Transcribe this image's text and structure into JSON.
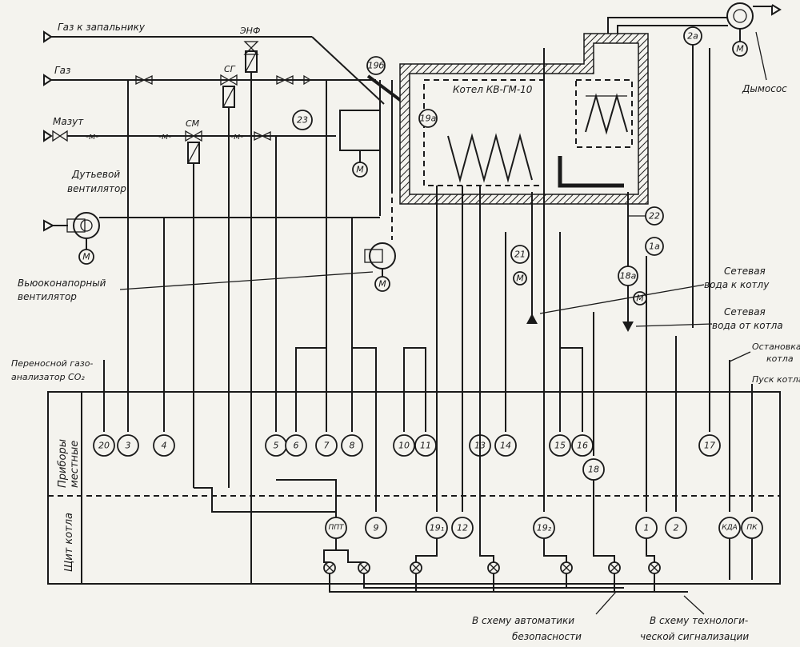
{
  "labels": {
    "gas_to_igniter": "Газ к запальнику",
    "gas": "Газ",
    "fuel_oil": "Мазут",
    "blow_fan": [
      "Дутьевой",
      "вентилятор"
    ],
    "recirc_fan": [
      "Вьюоконапорный",
      "вентилятор"
    ],
    "boiler": "Котел КВ-ГМ-10",
    "smoke_exhaust": "Дымосос",
    "net_water_to": [
      "Сетевая",
      "вода к котлу"
    ],
    "net_water_from": [
      "Сетевая",
      "вода от котла"
    ],
    "stop_boiler": [
      "Остановка",
      "котла"
    ],
    "start_boiler": "Пуск котла",
    "co2_analyzer": [
      "Переносной газо-",
      "анализатор CO₂"
    ],
    "section_local": [
      "Приборы",
      "местные"
    ],
    "section_panel": "Щит котла",
    "to_safety": [
      "В схему автоматики",
      "безопасности"
    ],
    "to_signal": [
      "В схему технологи-",
      "ческой сигнализации"
    ],
    "valve_enf": "ЭНФ",
    "valve_sg": "СГ",
    "valve_sm": "СМ",
    "motor": "М"
  },
  "instruments": {
    "i19b": "19б",
    "i19a": "19а",
    "i23": "23",
    "i2a": "2а",
    "i22": "22",
    "i1a": "1а",
    "i18a": "18а",
    "i21": "21",
    "l20": "20",
    "l3": "3",
    "l4": "4",
    "l5": "5",
    "l6": "6",
    "l7": "7",
    "l8": "8",
    "l10": "10",
    "l11": "11",
    "l13": "13",
    "l14": "14",
    "l15": "15",
    "l16": "16",
    "l18": "18",
    "l17": "17",
    "p_ppt": "ППТ",
    "p9": "9",
    "p19_1": "19₁",
    "p12": "12",
    "p19_2": "19₂",
    "p1": "1",
    "p2": "2",
    "p_kda": "КДА",
    "p_pk": "ПК"
  }
}
